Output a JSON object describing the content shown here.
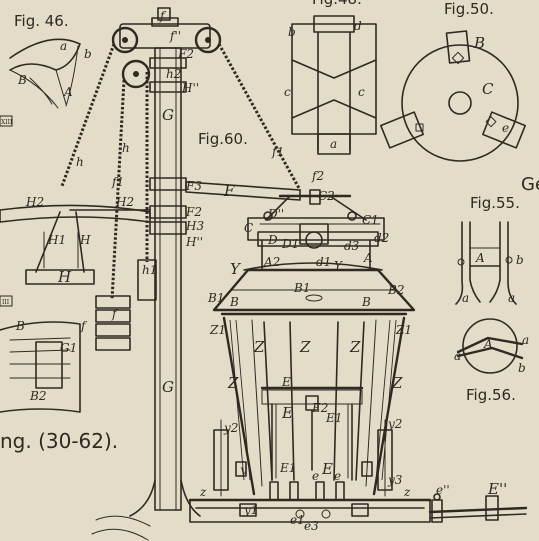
{
  "figures": {
    "fig46": "Fig. 46.",
    "fig48": "Fig.48.",
    "fig50": "Fig.50.",
    "fig55": "Fig.55.",
    "fig56": "Fig.56.",
    "fig60": "Fig.60.",
    "ref": "ng. (30-62)."
  },
  "fig46_labels": {
    "a": "a",
    "b": "b",
    "B": "B",
    "A": "A"
  },
  "fig48_labels": {
    "b1": "b",
    "d": "d",
    "c_left": "c",
    "c_right": "c",
    "a": "a"
  },
  "fig50_labels": {
    "B": "B",
    "C": "C",
    "e": "e"
  },
  "fig55_labels": {
    "A": "A",
    "b": "b",
    "a_left": "a",
    "a_right": "a"
  },
  "fig56_labels": {
    "a_left": "a",
    "A": "A",
    "a_right": "a",
    "b": "b"
  },
  "fig60_labels": {
    "f_top": "f",
    "f2_top": "f''",
    "F2_top": "F2",
    "h2": "h2",
    "H2_top": "H''",
    "G_mast": "G",
    "h": "h",
    "f1": "f1",
    "f1_right": "f1",
    "f2_right": "f2",
    "F3": "F3",
    "F": "F",
    "C2": "C2",
    "F2": "F2",
    "H3": "H3",
    "H_bot": "H''",
    "H2_arm_left": "H2",
    "H2_arm": "H2",
    "H1": "H1",
    "H": "H",
    "f_weight": "f",
    "h1": "h1",
    "G_lower": "G",
    "D2": "D''",
    "C1": "C1",
    "C": "C",
    "D": "D",
    "D1": "D1",
    "d2": "d2",
    "d3": "d3",
    "d1": "d1",
    "A2": "A2",
    "A": "A",
    "Y_left": "Y",
    "Y_mid": "Y",
    "B1_left": "B1",
    "B1_mid": "B1",
    "B_left": "B",
    "B_right": "B",
    "B2": "B2",
    "Z1_left": "Z1",
    "Z1_right": "Z1",
    "Z_a": "Z",
    "Z_b": "Z",
    "Z_c": "Z",
    "Z_d": "Z",
    "Z_e": "Z",
    "E": "E",
    "E2": "E2",
    "E1": "E1",
    "E_inner": "E",
    "E1_low": "E1",
    "E_low": "E",
    "e": "e",
    "e_2": "e",
    "y2_left": "y2",
    "y_left": "y",
    "y2_right": "y2",
    "y1": "y1",
    "y3": "y3",
    "z": "z",
    "z2": "z",
    "e1": "e1",
    "e3": "e3",
    "e_prime": "e''",
    "E_prime": "E''",
    "left_B": "B",
    "left_G1": "G1",
    "left_B2": "B2",
    "left_f": "f"
  },
  "edge_fragments": {
    "ge": "Ge",
    "badge1": "XIII",
    "badge2": "III"
  }
}
